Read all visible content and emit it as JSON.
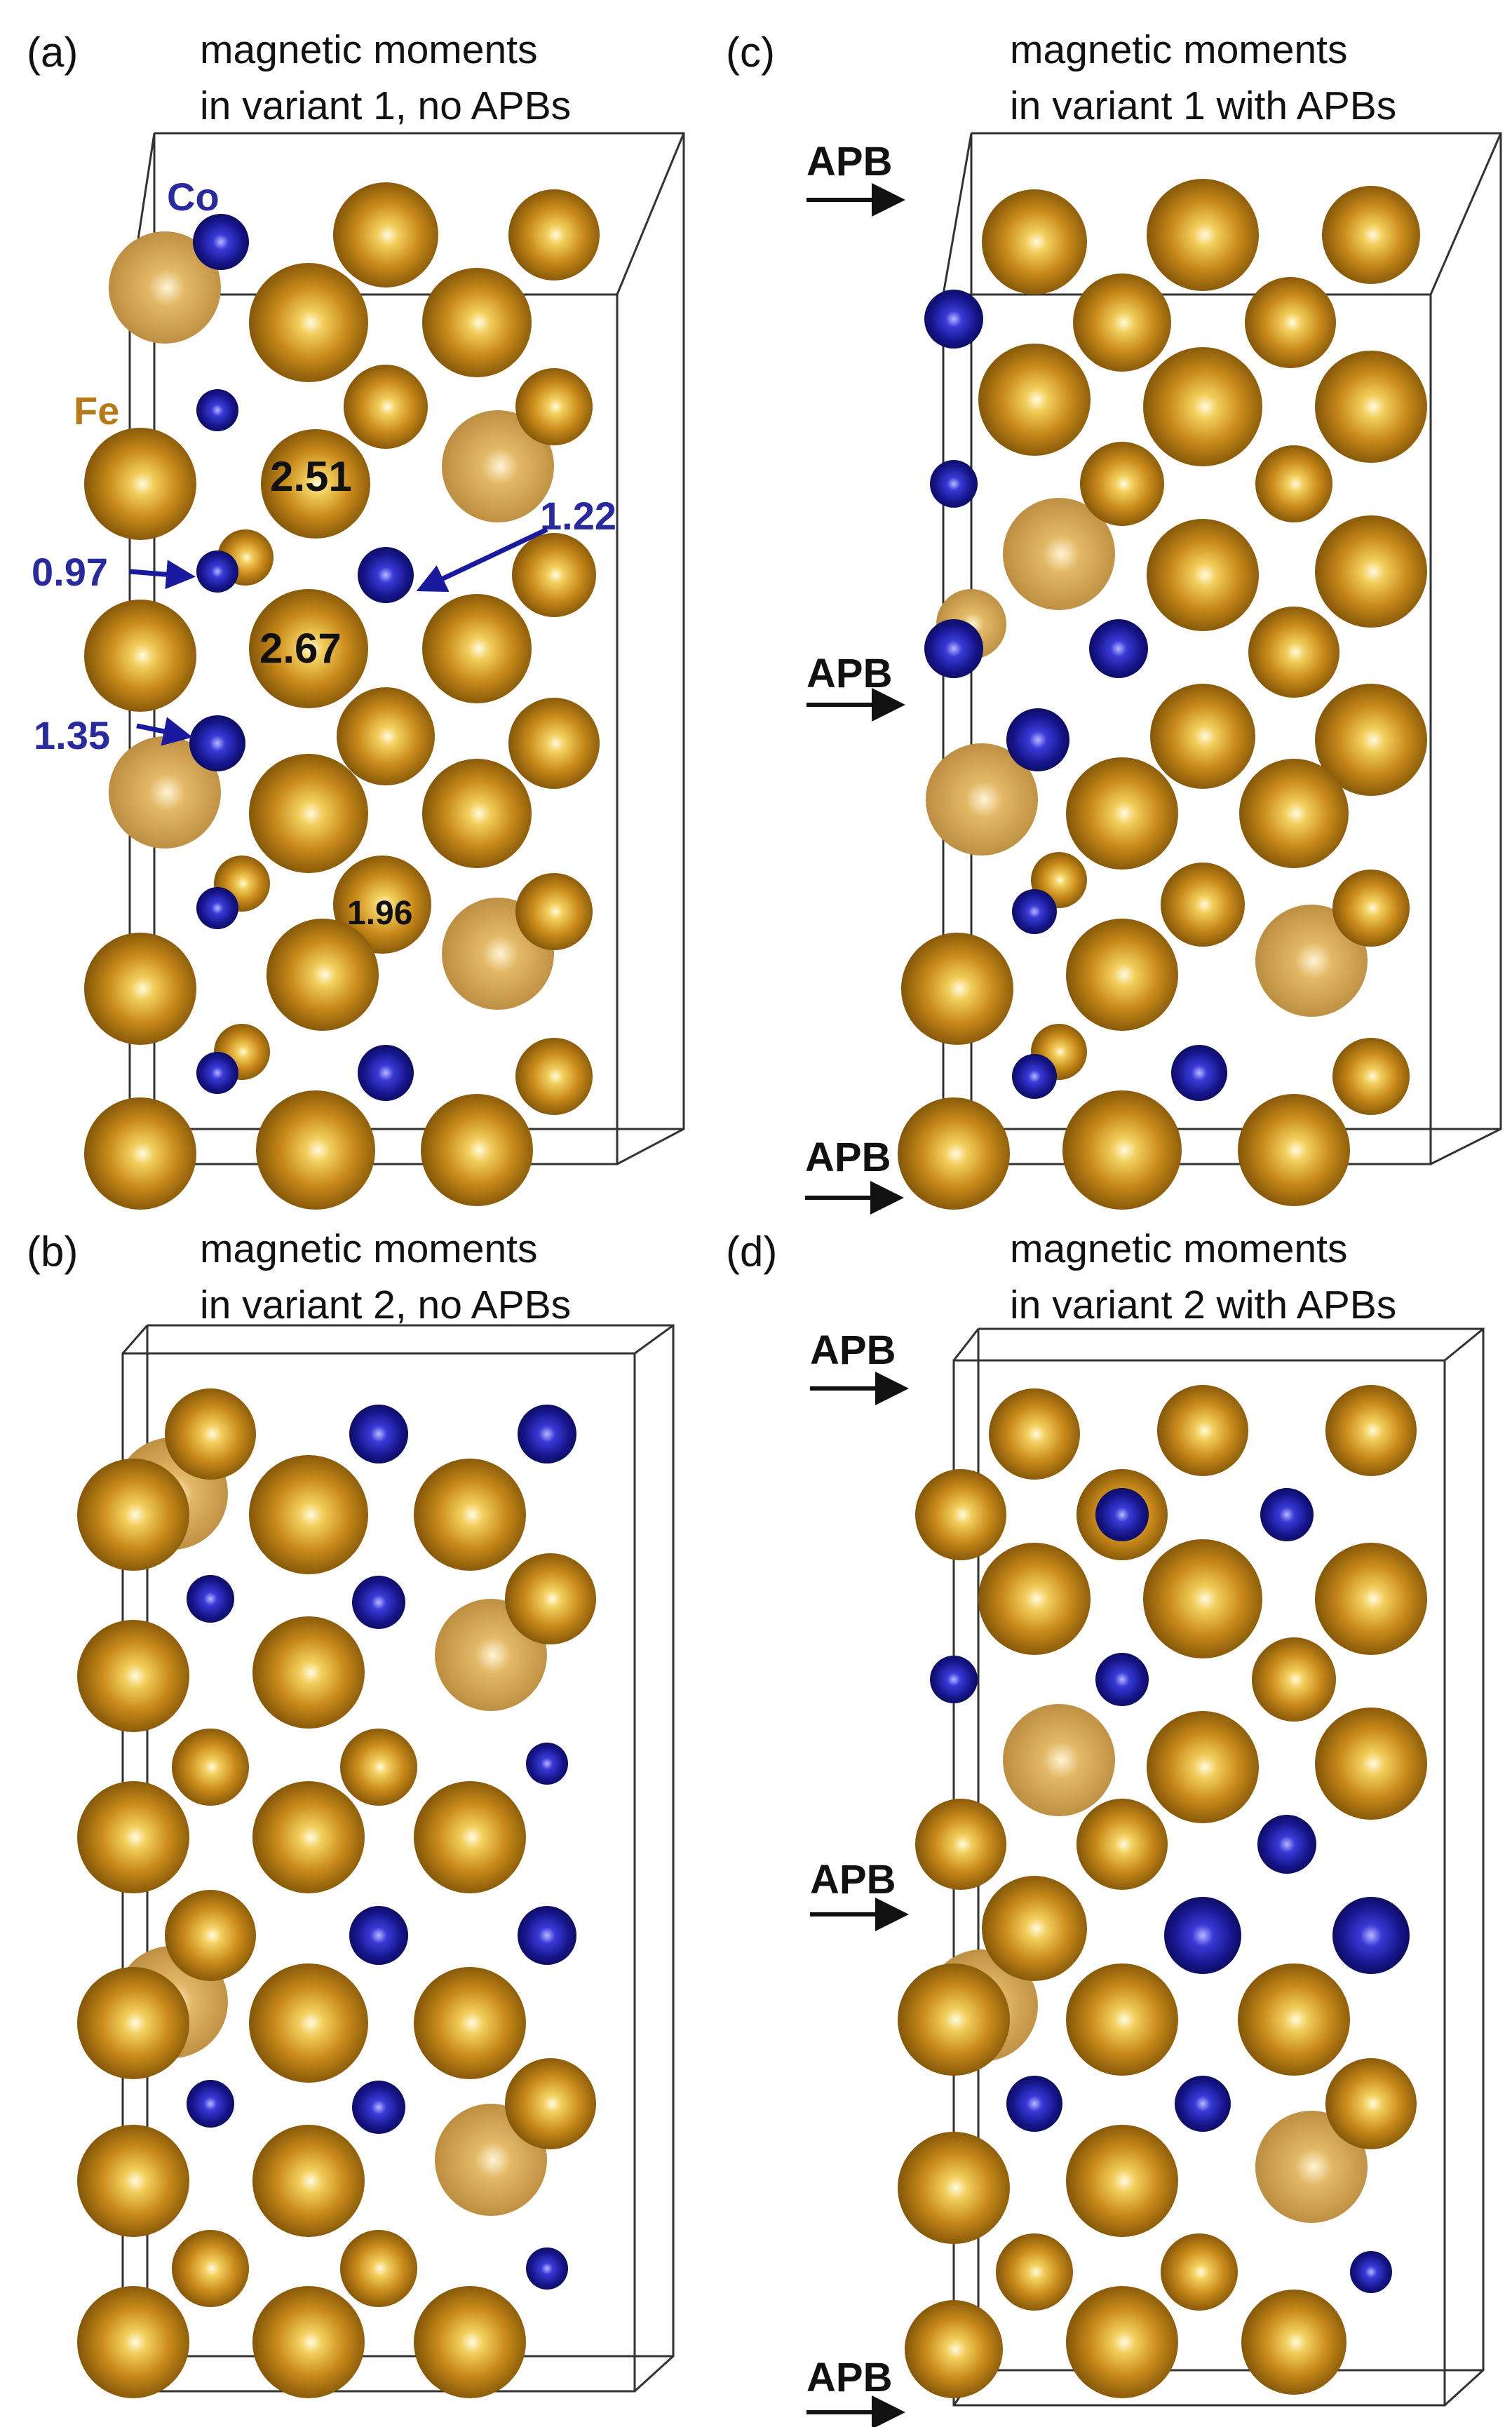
{
  "colors": {
    "fe": "#c98a1a",
    "co": "#1a1a9e",
    "label_co": "#2a2aa0",
    "label_fe": "#b87a18",
    "text": "#111111"
  },
  "legend": {
    "co": "Co",
    "fe": "Fe"
  },
  "apb_label": "APB",
  "panels": [
    {
      "key": "a",
      "letter": "(a)",
      "title1": "magnetic moments",
      "title2": "in variant 1, no APBs",
      "annotations": [
        {
          "text": "2.51"
        },
        {
          "text": "2.67"
        },
        {
          "text": "1.96"
        },
        {
          "text": "0.97"
        },
        {
          "text": "1.35"
        },
        {
          "text": "1.22"
        }
      ]
    },
    {
      "key": "b",
      "letter": "(b)",
      "title1": "magnetic moments",
      "title2": "in variant 2, no APBs"
    },
    {
      "key": "c",
      "letter": "(c)",
      "title1": "magnetic moments",
      "title2": "in variant 1 with APBs"
    },
    {
      "key": "d",
      "letter": "(d)",
      "title1": "magnetic moments",
      "title2": "in variant 2 with APBs"
    }
  ]
}
